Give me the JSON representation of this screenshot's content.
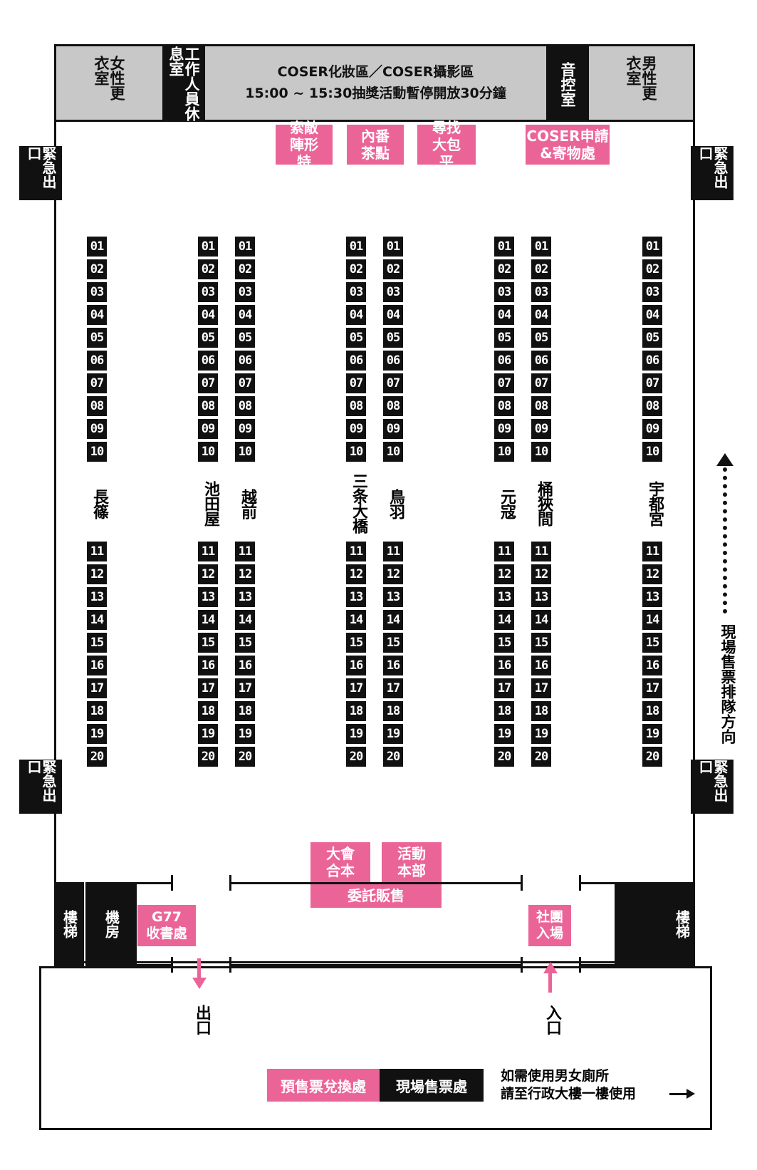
{
  "top_rooms": {
    "womens_changing": "女性更衣室",
    "staff_rest": "工作人員休息室",
    "coser_area": "COSER化妝區／COSER攝影區",
    "coser_notice": "15:00 ~ 15:30抽獎活動暫停開放30分鐘",
    "sound_control": "音控室",
    "mens_changing": "男性更衣室"
  },
  "booths_top": {
    "b1": "索敵陣形特",
    "b2": "內番茶點",
    "b3": "尋找大包平",
    "b4_line1": "COSER申請",
    "b4_line2": "&寄物處"
  },
  "emergency_exit": "緊急出口",
  "seat_numbers_top": [
    "01",
    "02",
    "03",
    "04",
    "05",
    "06",
    "07",
    "08",
    "09",
    "10"
  ],
  "seat_numbers_bottom": [
    "11",
    "12",
    "13",
    "14",
    "15",
    "16",
    "17",
    "18",
    "19",
    "20"
  ],
  "row_labels": [
    "長篠",
    "池田屋",
    "越前",
    "三条大橋",
    "鳥羽",
    "元寇",
    "桶狹間",
    "宇都宮"
  ],
  "queue_direction": "現場售票排隊方向",
  "center_booths": {
    "hq": "大會合本",
    "event": "活動本部",
    "consign": "委託販售"
  },
  "bottom_area": {
    "stairs_left": "樓梯",
    "machine_room": "機房",
    "g77_line1": "G77",
    "g77_line2": "收書處",
    "club_entry": "社團入場",
    "stairs_right": "樓梯",
    "exit": "出口",
    "entrance": "入口"
  },
  "ticket": {
    "presale": "預售票兌換處",
    "onsite": "現場售票處"
  },
  "restroom_note": {
    "line1": "如需使用男女廁所",
    "line2": "請至行政大樓一樓使用"
  },
  "colors": {
    "pink": "#eb6498",
    "black": "#111111",
    "grey": "#c8c8c8"
  },
  "icons": {
    "queue": "dotted-arrow-up-icon",
    "exit": "arrow-down-icon",
    "entrance": "arrow-up-icon",
    "restroom": "arrow-right-icon"
  }
}
